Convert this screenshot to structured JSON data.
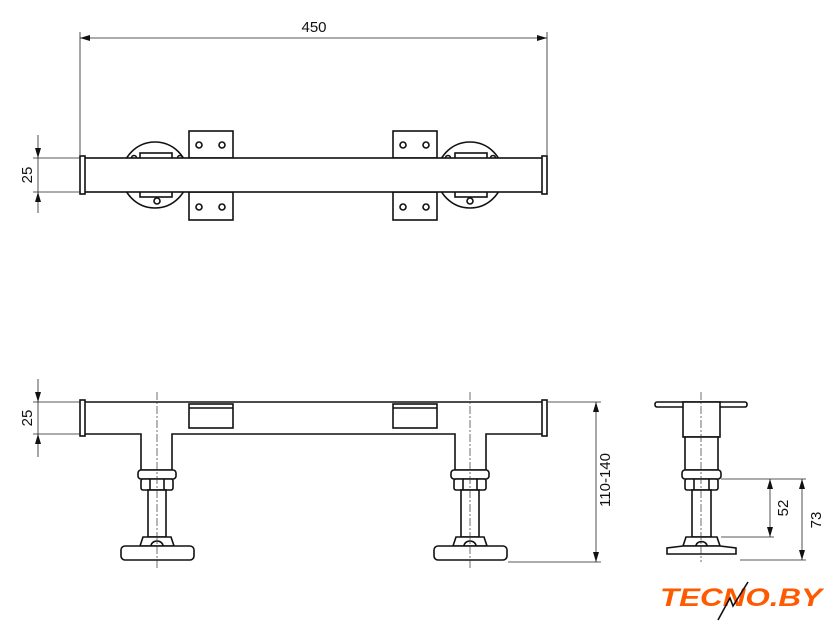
{
  "dimensions": {
    "top_length": "450",
    "top_diameter": "25",
    "front_diameter": "25",
    "front_height": "110-140",
    "side_adjust": "52",
    "side_total": "73"
  },
  "logo": {
    "text": "TECNO.BY",
    "color": "#ff5a00"
  }
}
